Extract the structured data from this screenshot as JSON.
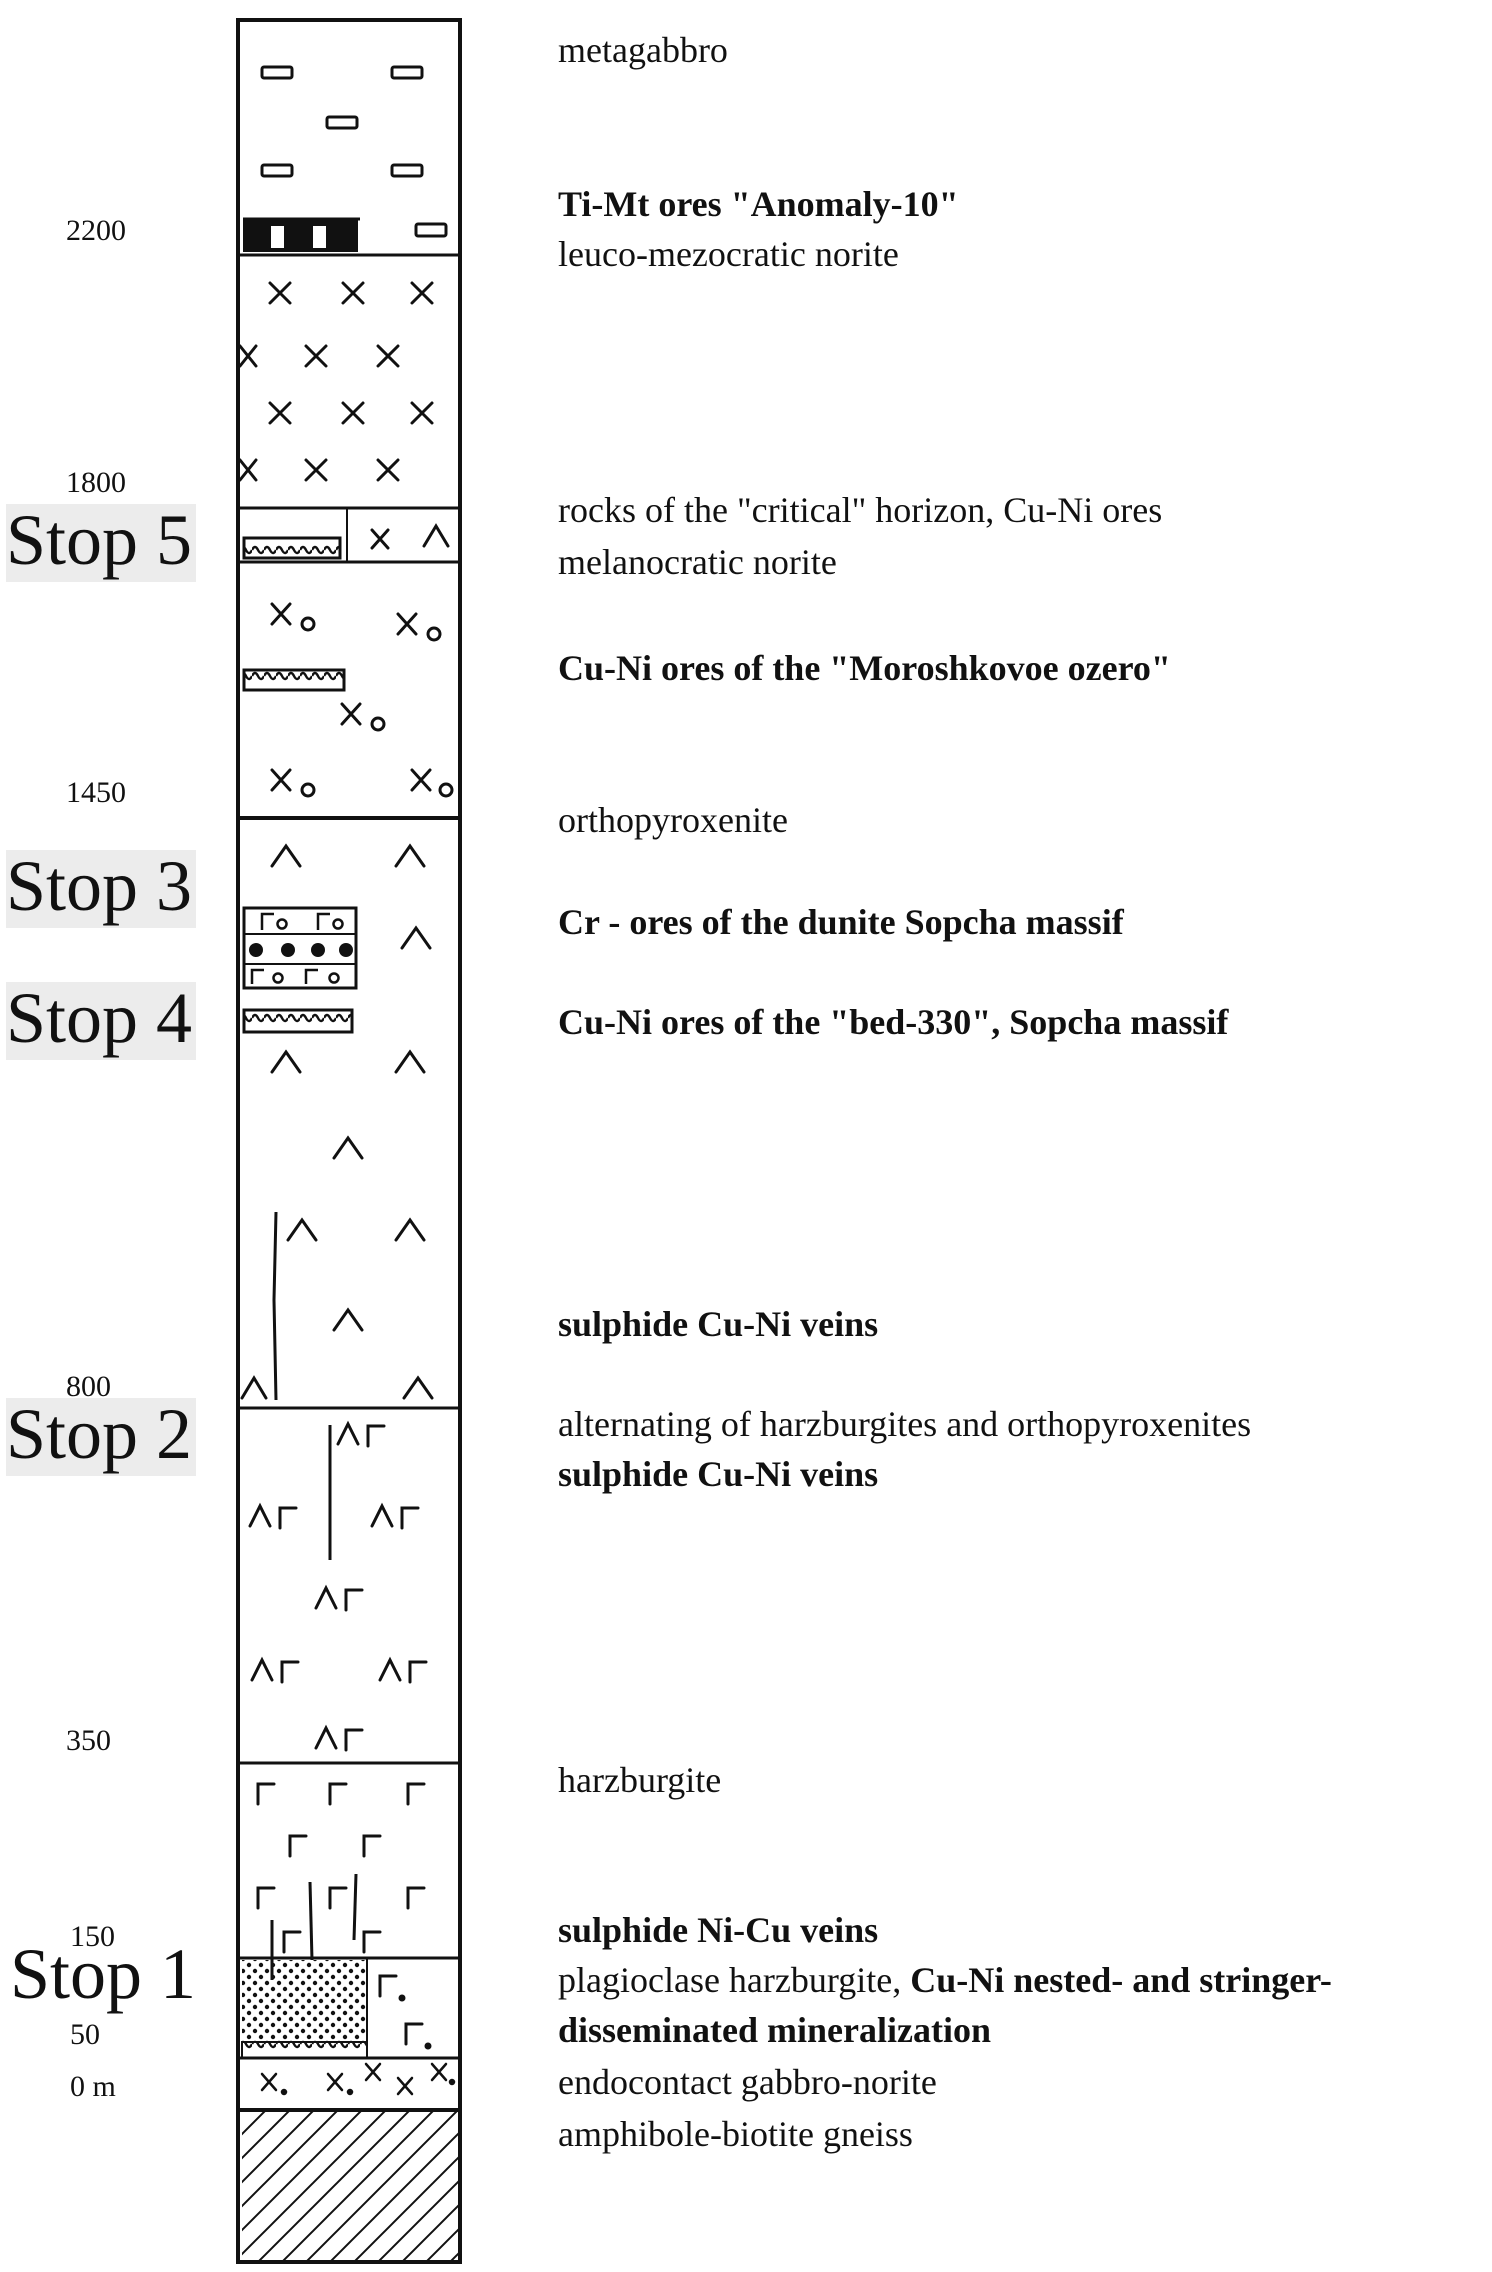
{
  "depth_labels": {
    "d2200": "2200",
    "d1800": "1800",
    "d1450": "1450",
    "d800": "800",
    "d350": "350",
    "d150": "150",
    "d50": "50",
    "d0": "0 m"
  },
  "stops": {
    "stop5": "Stop 5",
    "stop3": "Stop 3",
    "stop4": "Stop 4",
    "stop2": "Stop 2",
    "stop1": "Stop 1"
  },
  "descriptions": {
    "metagabbro": "metagabbro",
    "ti_mt_ores": "Ti-Mt ores \"Anomaly-10\"",
    "leuco_norite": "leuco-mezocratic norite",
    "critical_horizon": "rocks of the \"critical\" horizon, Cu-Ni ores",
    "melanocratic_norite": "melanocratic norite",
    "moroshkovoe": "Cu-Ni ores of the \"Moroshkovoe ozero\"",
    "orthopyroxenite": "orthopyroxenite",
    "cr_ores": "Cr - ores of the dunite Sopcha massif",
    "bed330": "Cu-Ni ores of the \"bed-330\", Sopcha massif",
    "sulphide_veins_1": "sulphide Cu-Ni veins",
    "alternating": "alternating of harzburgites and orthopyroxenites",
    "sulphide_veins_2": "sulphide Cu-Ni veins",
    "harzburgite": "harzburgite",
    "sulphide_ni_cu": "sulphide Ni-Cu veins",
    "plagioclase_a": "plagioclase harzburgite, ",
    "plagioclase_b": "Cu-Ni nested- and stringer-",
    "disseminated": "disseminated mineralization",
    "endocontact": "endocontact gabbro-norite",
    "gneiss": "amphibole-biotite gneiss"
  }
}
